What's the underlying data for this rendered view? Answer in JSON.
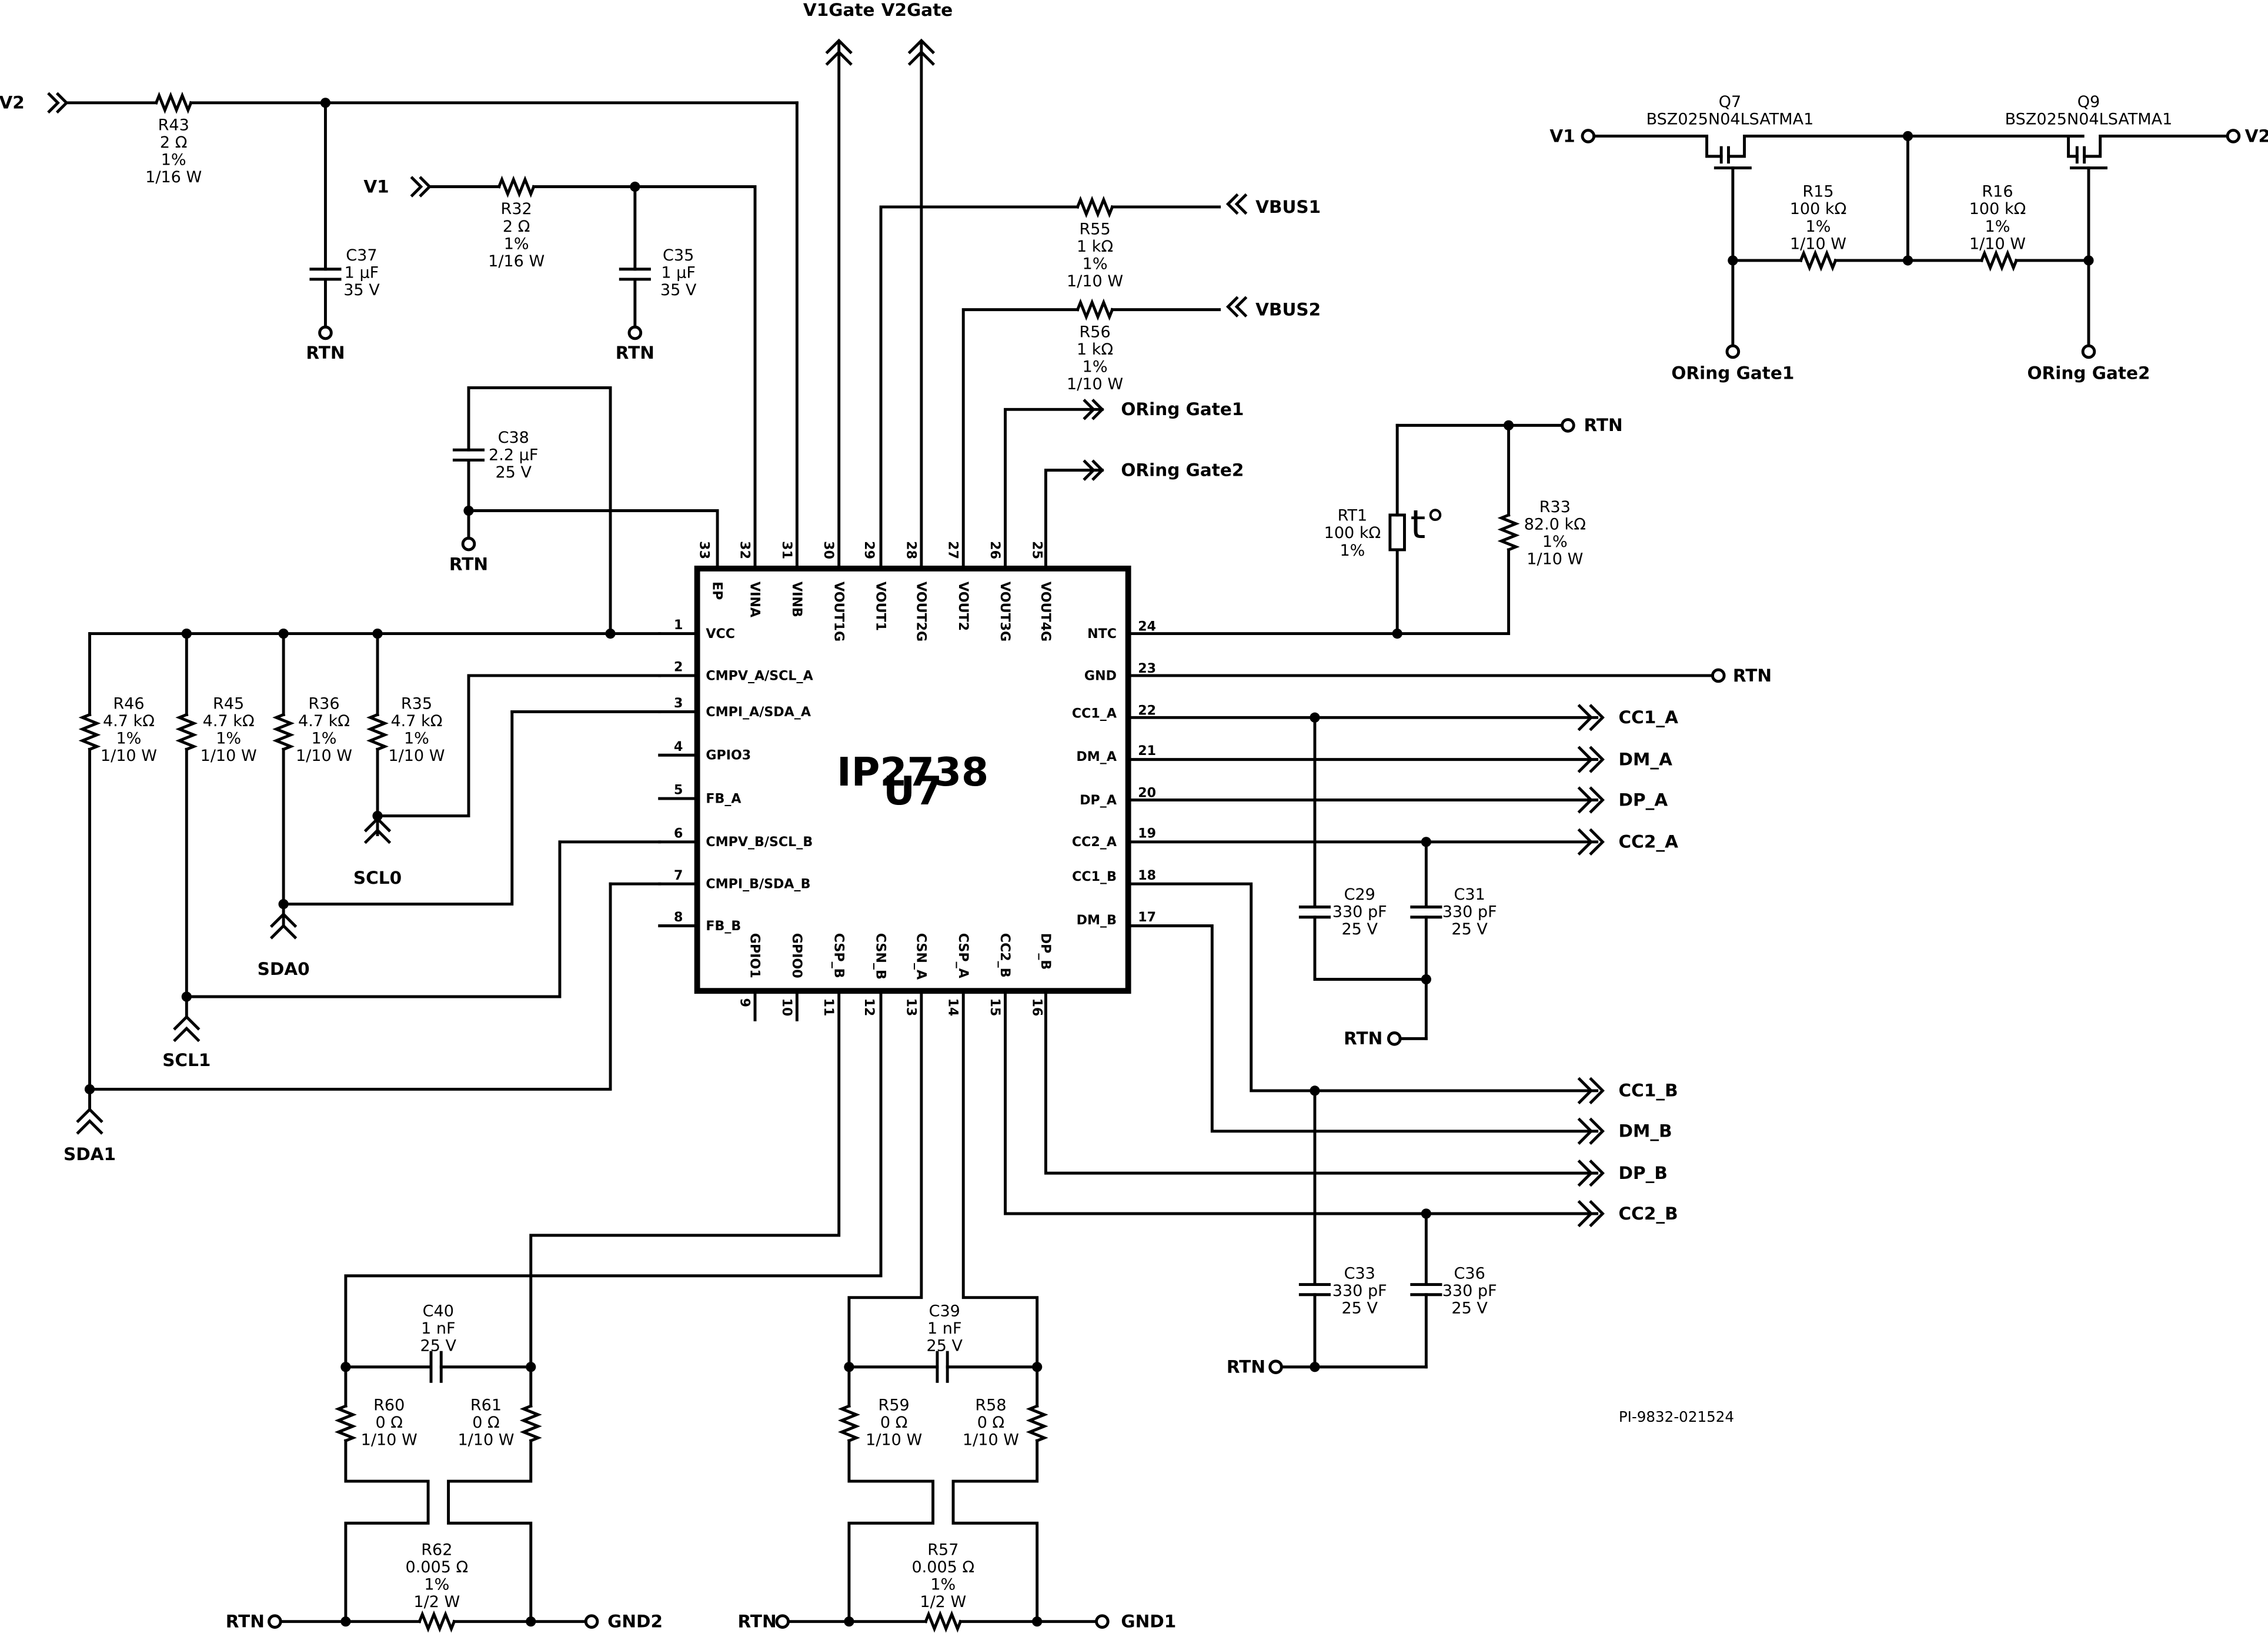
{
  "ic": {
    "part": "IP2738",
    "ref": "U7"
  },
  "pins_left": [
    {
      "num": "1",
      "name": "VCC"
    },
    {
      "num": "2",
      "name": "CMPV_A/SCL_A"
    },
    {
      "num": "3",
      "name": "CMPI_A/SDA_A"
    },
    {
      "num": "4",
      "name": "GPIO3"
    },
    {
      "num": "5",
      "name": "FB_A"
    },
    {
      "num": "6",
      "name": "CMPV_B/SCL_B"
    },
    {
      "num": "7",
      "name": "CMPI_B/SDA_B"
    },
    {
      "num": "8",
      "name": "FB_B"
    }
  ],
  "pins_top": [
    {
      "num": "33",
      "name": "EP"
    },
    {
      "num": "32",
      "name": "VINA"
    },
    {
      "num": "31",
      "name": "VINB"
    },
    {
      "num": "30",
      "name": "VOUT1G"
    },
    {
      "num": "29",
      "name": "VOUT1"
    },
    {
      "num": "28",
      "name": "VOUT2G"
    },
    {
      "num": "27",
      "name": "VOUT2"
    },
    {
      "num": "26",
      "name": "VOUT3G"
    },
    {
      "num": "25",
      "name": "VOUT4G"
    }
  ],
  "pins_right": [
    {
      "num": "24",
      "name": "NTC"
    },
    {
      "num": "23",
      "name": "GND"
    },
    {
      "num": "22",
      "name": "CC1_A"
    },
    {
      "num": "21",
      "name": "DM_A"
    },
    {
      "num": "20",
      "name": "DP_A"
    },
    {
      "num": "19",
      "name": "CC2_A"
    },
    {
      "num": "18",
      "name": "CC1_B"
    },
    {
      "num": "17",
      "name": "DM_B"
    }
  ],
  "pins_bottom": [
    {
      "num": "9",
      "name": "GPIO1"
    },
    {
      "num": "10",
      "name": "GPIO0"
    },
    {
      "num": "11",
      "name": "CSP_B"
    },
    {
      "num": "12",
      "name": "CSN_B"
    },
    {
      "num": "13",
      "name": "CSN_A"
    },
    {
      "num": "14",
      "name": "CSP_A"
    },
    {
      "num": "15",
      "name": "CC2_B"
    },
    {
      "num": "16",
      "name": "DP_B"
    }
  ],
  "components": {
    "R43": [
      "R43",
      "2 Ω",
      "1%",
      "1/16 W"
    ],
    "R32": [
      "R32",
      "2 Ω",
      "1%",
      "1/16 W"
    ],
    "C37": [
      "C37",
      "1 µF",
      "35 V"
    ],
    "C35": [
      "C35",
      "1 µF",
      "35 V"
    ],
    "C38": [
      "C38",
      "2.2 µF",
      "25 V"
    ],
    "R55": [
      "R55",
      "1 kΩ",
      "1%",
      "1/10 W"
    ],
    "R56": [
      "R56",
      "1 kΩ",
      "1%",
      "1/10 W"
    ],
    "RT1": [
      "RT1",
      "100 kΩ",
      "1%"
    ],
    "R33": [
      "R33",
      "82.0 kΩ",
      "1%",
      "1/10 W"
    ],
    "R46": [
      "R46",
      "4.7 kΩ",
      "1%",
      "1/10 W"
    ],
    "R45": [
      "R45",
      "4.7 kΩ",
      "1%",
      "1/10 W"
    ],
    "R36": [
      "R36",
      "4.7 kΩ",
      "1%",
      "1/10 W"
    ],
    "R35": [
      "R35",
      "4.7 kΩ",
      "1%",
      "1/10 W"
    ],
    "C29": [
      "C29",
      "330 pF",
      "25 V"
    ],
    "C31": [
      "C31",
      "330 pF",
      "25 V"
    ],
    "C33": [
      "C33",
      "330 pF",
      "25 V"
    ],
    "C36": [
      "C36",
      "330 pF",
      "25 V"
    ],
    "C40": [
      "C40",
      "1 nF",
      "25 V"
    ],
    "C39": [
      "C39",
      "1 nF",
      "25 V"
    ],
    "R60": [
      "R60",
      "0 Ω",
      "1/10 W"
    ],
    "R61": [
      "R61",
      "0 Ω",
      "1/10 W"
    ],
    "R59": [
      "R59",
      "0 Ω",
      "1/10 W"
    ],
    "R58": [
      "R58",
      "0 Ω",
      "1/10 W"
    ],
    "R62": [
      "R62",
      "0.005 Ω",
      "1%",
      "1/2 W"
    ],
    "R57": [
      "R57",
      "0.005 Ω",
      "1%",
      "1/2 W"
    ],
    "R15": [
      "R15",
      "100 kΩ",
      "1%",
      "1/10 W"
    ],
    "R16": [
      "R16",
      "100 kΩ",
      "1%",
      "1/10 W"
    ],
    "Q7": [
      "Q7",
      "BSZ025N04LSATMA1"
    ],
    "Q9": [
      "Q9",
      "BSZ025N04LSATMA1"
    ]
  },
  "nets": {
    "v2_in": "V2",
    "v1_in": "V1",
    "v1gate": "V1Gate",
    "v2gate": "V2Gate",
    "vbus1": "VBUS1",
    "vbus2": "VBUS2",
    "oring_gate1": "ORing Gate1",
    "oring_gate2": "ORing Gate2",
    "rtn": "RTN",
    "cc1_a": "CC1_A",
    "dm_a": "DM_A",
    "dp_a": "DP_A",
    "cc2_a": "CC2_A",
    "cc1_b": "CC1_B",
    "dm_b": "DM_B",
    "dp_b": "DP_B",
    "cc2_b": "CC2_B",
    "scl0": "SCL0",
    "sda0": "SDA0",
    "scl1": "SCL1",
    "sda1": "SDA1",
    "gnd1": "GND1",
    "gnd2": "GND2",
    "q_v1": "V1",
    "q_v2": "V2",
    "q_gate1": "ORing Gate1",
    "q_gate2": "ORing Gate2"
  },
  "drawing_number": "PI-9832-021524"
}
